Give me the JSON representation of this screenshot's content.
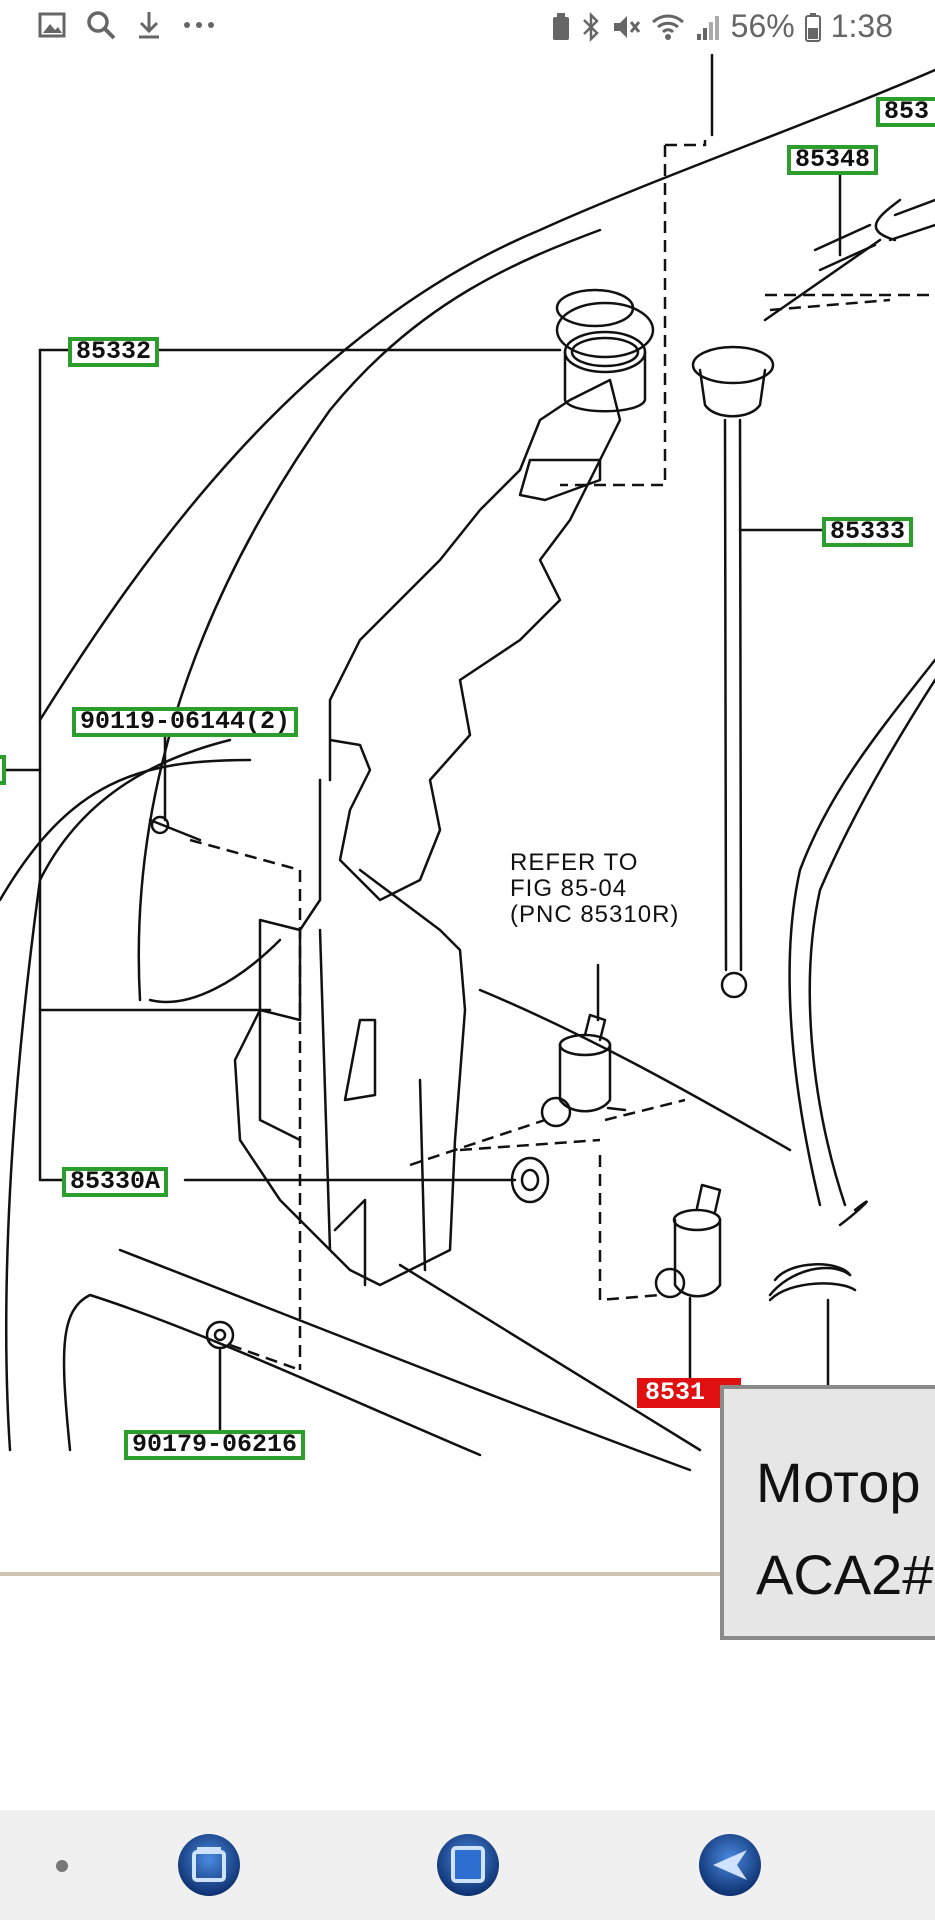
{
  "status_bar": {
    "battery": "56%",
    "time": "1:38",
    "left_icons": [
      "image-icon",
      "search-icon",
      "download-icon",
      "more-icon"
    ],
    "right_icons": [
      "battery-saver-icon",
      "bluetooth-icon",
      "mute-icon",
      "wifi-icon",
      "signal-icon",
      "battery-icon"
    ]
  },
  "diagram": {
    "labels": {
      "l_85332": "85332",
      "l_top_right": "853",
      "l_85348": "85348",
      "l_85333": "85333",
      "l_90119": "90119-06144(2)",
      "l_85330a": "85330A",
      "l_90179": "90179-06216",
      "l_853_red": "8531"
    },
    "note": {
      "line1": "REFER TO",
      "line2": "FIG 85-04",
      "line3": "(PNC 85310R)"
    }
  },
  "tooltip": {
    "line1": "Мотор",
    "line2": "ACA2#"
  },
  "nav": {
    "buttons": [
      "recent-apps-button",
      "home-button",
      "back-button"
    ]
  },
  "colors": {
    "label_border": "#2c9e2c",
    "highlight": "#e01010",
    "nav_icon": "#2a5fa8"
  }
}
